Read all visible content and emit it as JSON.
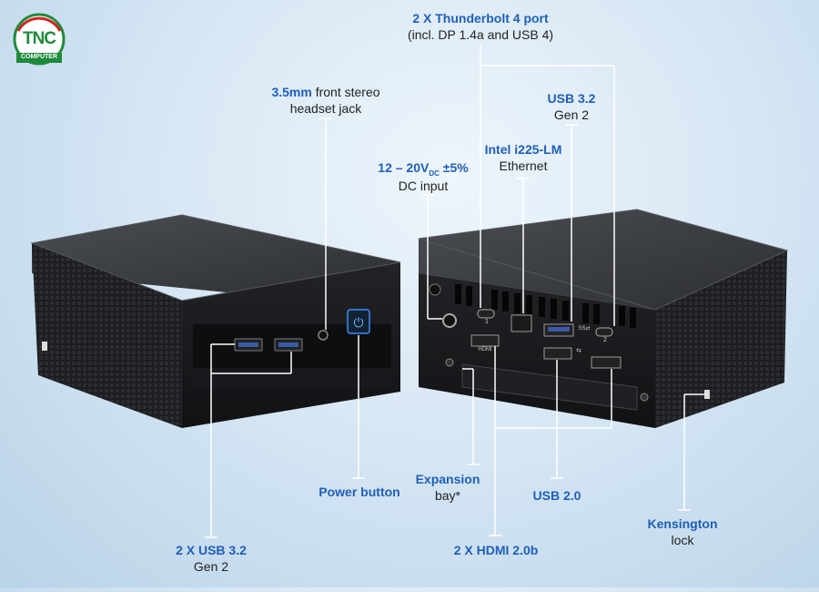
{
  "brand": {
    "logo_text": "TNC",
    "logo_sub": "COMPUTER",
    "colors": {
      "green": "#1f8a3b",
      "red": "#d3231f",
      "accent": "#1f5fb8"
    }
  },
  "labels": {
    "thunderbolt": {
      "line1": "2 X Thunderbolt 4 port",
      "line2": "(incl. DP 1.4a and USB 4)"
    },
    "usb32_rear": {
      "line1": "USB 3.2",
      "line2": "Gen 2"
    },
    "ethernet": {
      "line1": "Intel i225-LM",
      "line2": "Ethernet"
    },
    "dc_input": {
      "volts": "12 – 20V",
      "sub": "DC",
      "tol": "±5%",
      "line2": "DC input"
    },
    "headset": {
      "em": "3.5mm",
      "rest": " front stereo",
      "line2": "headset jack"
    },
    "power": {
      "line1": "Power button"
    },
    "usb32_front": {
      "line1": "2 X USB 3.2",
      "line2": "Gen 2"
    },
    "expansion": {
      "line1": "Expansion",
      "line2": "bay*"
    },
    "usb20": {
      "line1": "USB 2.0"
    },
    "hdmi": {
      "line1": "2 X HDMI 2.0b"
    },
    "kensington": {
      "line1": "Kensington",
      "line2": "lock"
    }
  },
  "port_marks": {
    "tb1": "1",
    "tb2": "2",
    "hdmi": "HDMI",
    "ss": "SS⇄",
    "usb": "⇆"
  }
}
